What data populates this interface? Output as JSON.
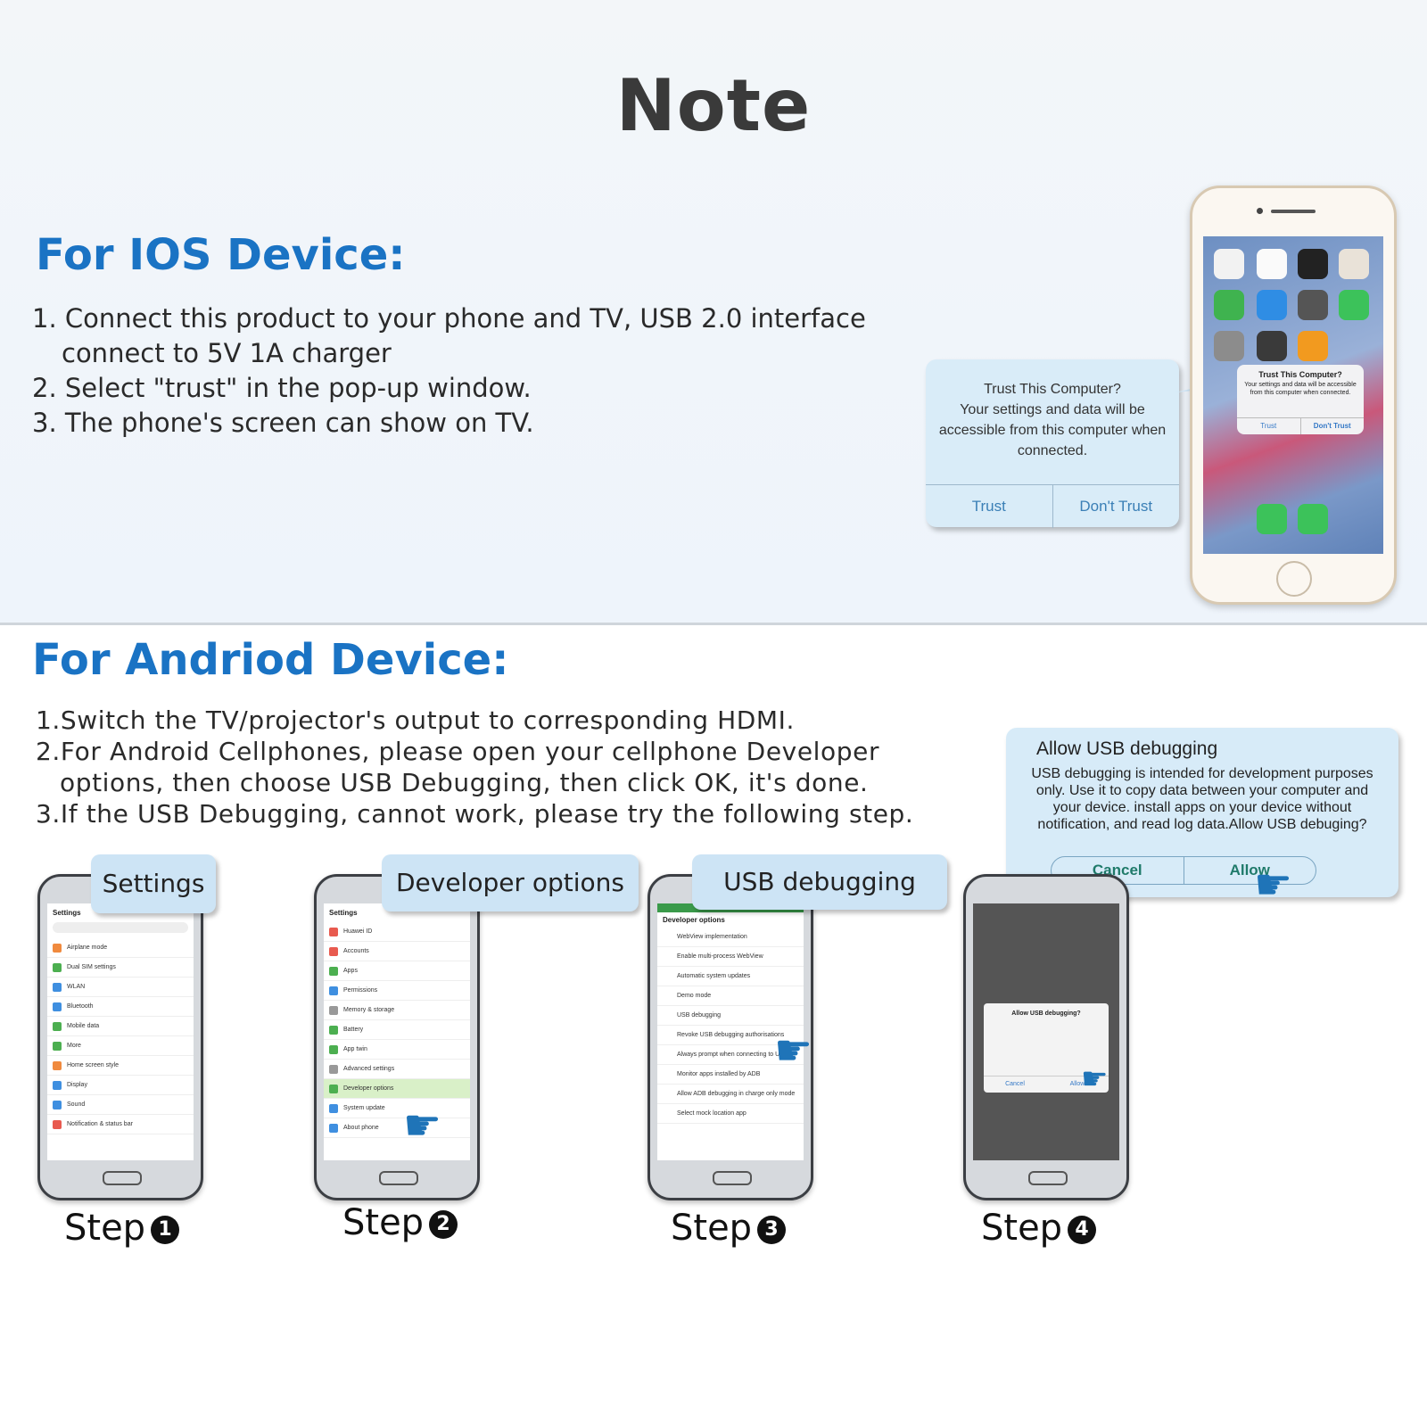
{
  "title": "Note",
  "ios": {
    "heading": "For IOS Device:",
    "steps": [
      "1. Connect this product to your phone and TV, USB 2.0 interface",
      "connect to 5V 1A charger",
      "2. Select \"trust\" in the pop-up window.",
      "3. The phone's screen can show on TV."
    ],
    "dialog": {
      "line1": "Trust This Computer?",
      "line2": "Your settings and data will be",
      "line3": "accessible from this computer when",
      "line4": "connected.",
      "trust": "Trust",
      "dont_trust": "Don't  Trust"
    },
    "mini_dialog": {
      "title": "Trust This Computer?",
      "body": "Your settings and data will be accessible from this computer when connected.",
      "trust": "Trust",
      "dont_trust": "Don't Trust"
    }
  },
  "android": {
    "heading": "For Andriod Device:",
    "steps": [
      "1.Switch the TV/projector's output to corresponding HDMI.",
      "2.For Android  Cellphones, please open your cellphone Developer",
      "options, then choose USB Debugging, then click OK, it's done.",
      "3.If the USB Debugging, cannot work, please try the following step."
    ],
    "usb_dialog": {
      "title": "Allow USB debugging",
      "body": "USB debugging is intended for development purposes only. Use it to copy data between your computer and your device. install apps on your device without notification, and read log data.Allow USB debuging?",
      "cancel": "Cancel",
      "allow": "Allow"
    },
    "callouts": [
      "Settings",
      "Developer options",
      "USB debugging"
    ],
    "step_label": "Step",
    "step_numbers": [
      "1",
      "2",
      "3",
      "4"
    ],
    "phone1": {
      "header": "Settings",
      "rows": [
        "Airplane mode",
        "Dual SIM settings",
        "WLAN",
        "Bluetooth",
        "Mobile data",
        "More",
        "Home screen style",
        "Display",
        "Sound",
        "Notification & status bar"
      ]
    },
    "phone2": {
      "header": "Settings",
      "rows": [
        "Huawei ID",
        "Accounts",
        "Apps",
        "Permissions",
        "Memory & storage",
        "Battery",
        "App twin",
        "Advanced settings",
        "Developer options",
        "System update",
        "About phone"
      ]
    },
    "phone3": {
      "header": "Developer options",
      "rows": [
        "WebView implementation",
        "Enable multi-process WebView",
        "Automatic system updates",
        "Demo mode",
        "USB debugging",
        "Revoke USB debugging authorisations",
        "Always prompt when connecting to USB",
        "Monitor apps installed by ADB",
        "Allow ADB debugging in charge only mode",
        "Select mock location app"
      ]
    },
    "phone4": {
      "dialog_title": "Allow USB debugging?",
      "cancel": "Cancel",
      "allow": "Allow"
    }
  },
  "colors": {
    "heading": "#1a73c4",
    "bubble": "#cfe6f7"
  }
}
